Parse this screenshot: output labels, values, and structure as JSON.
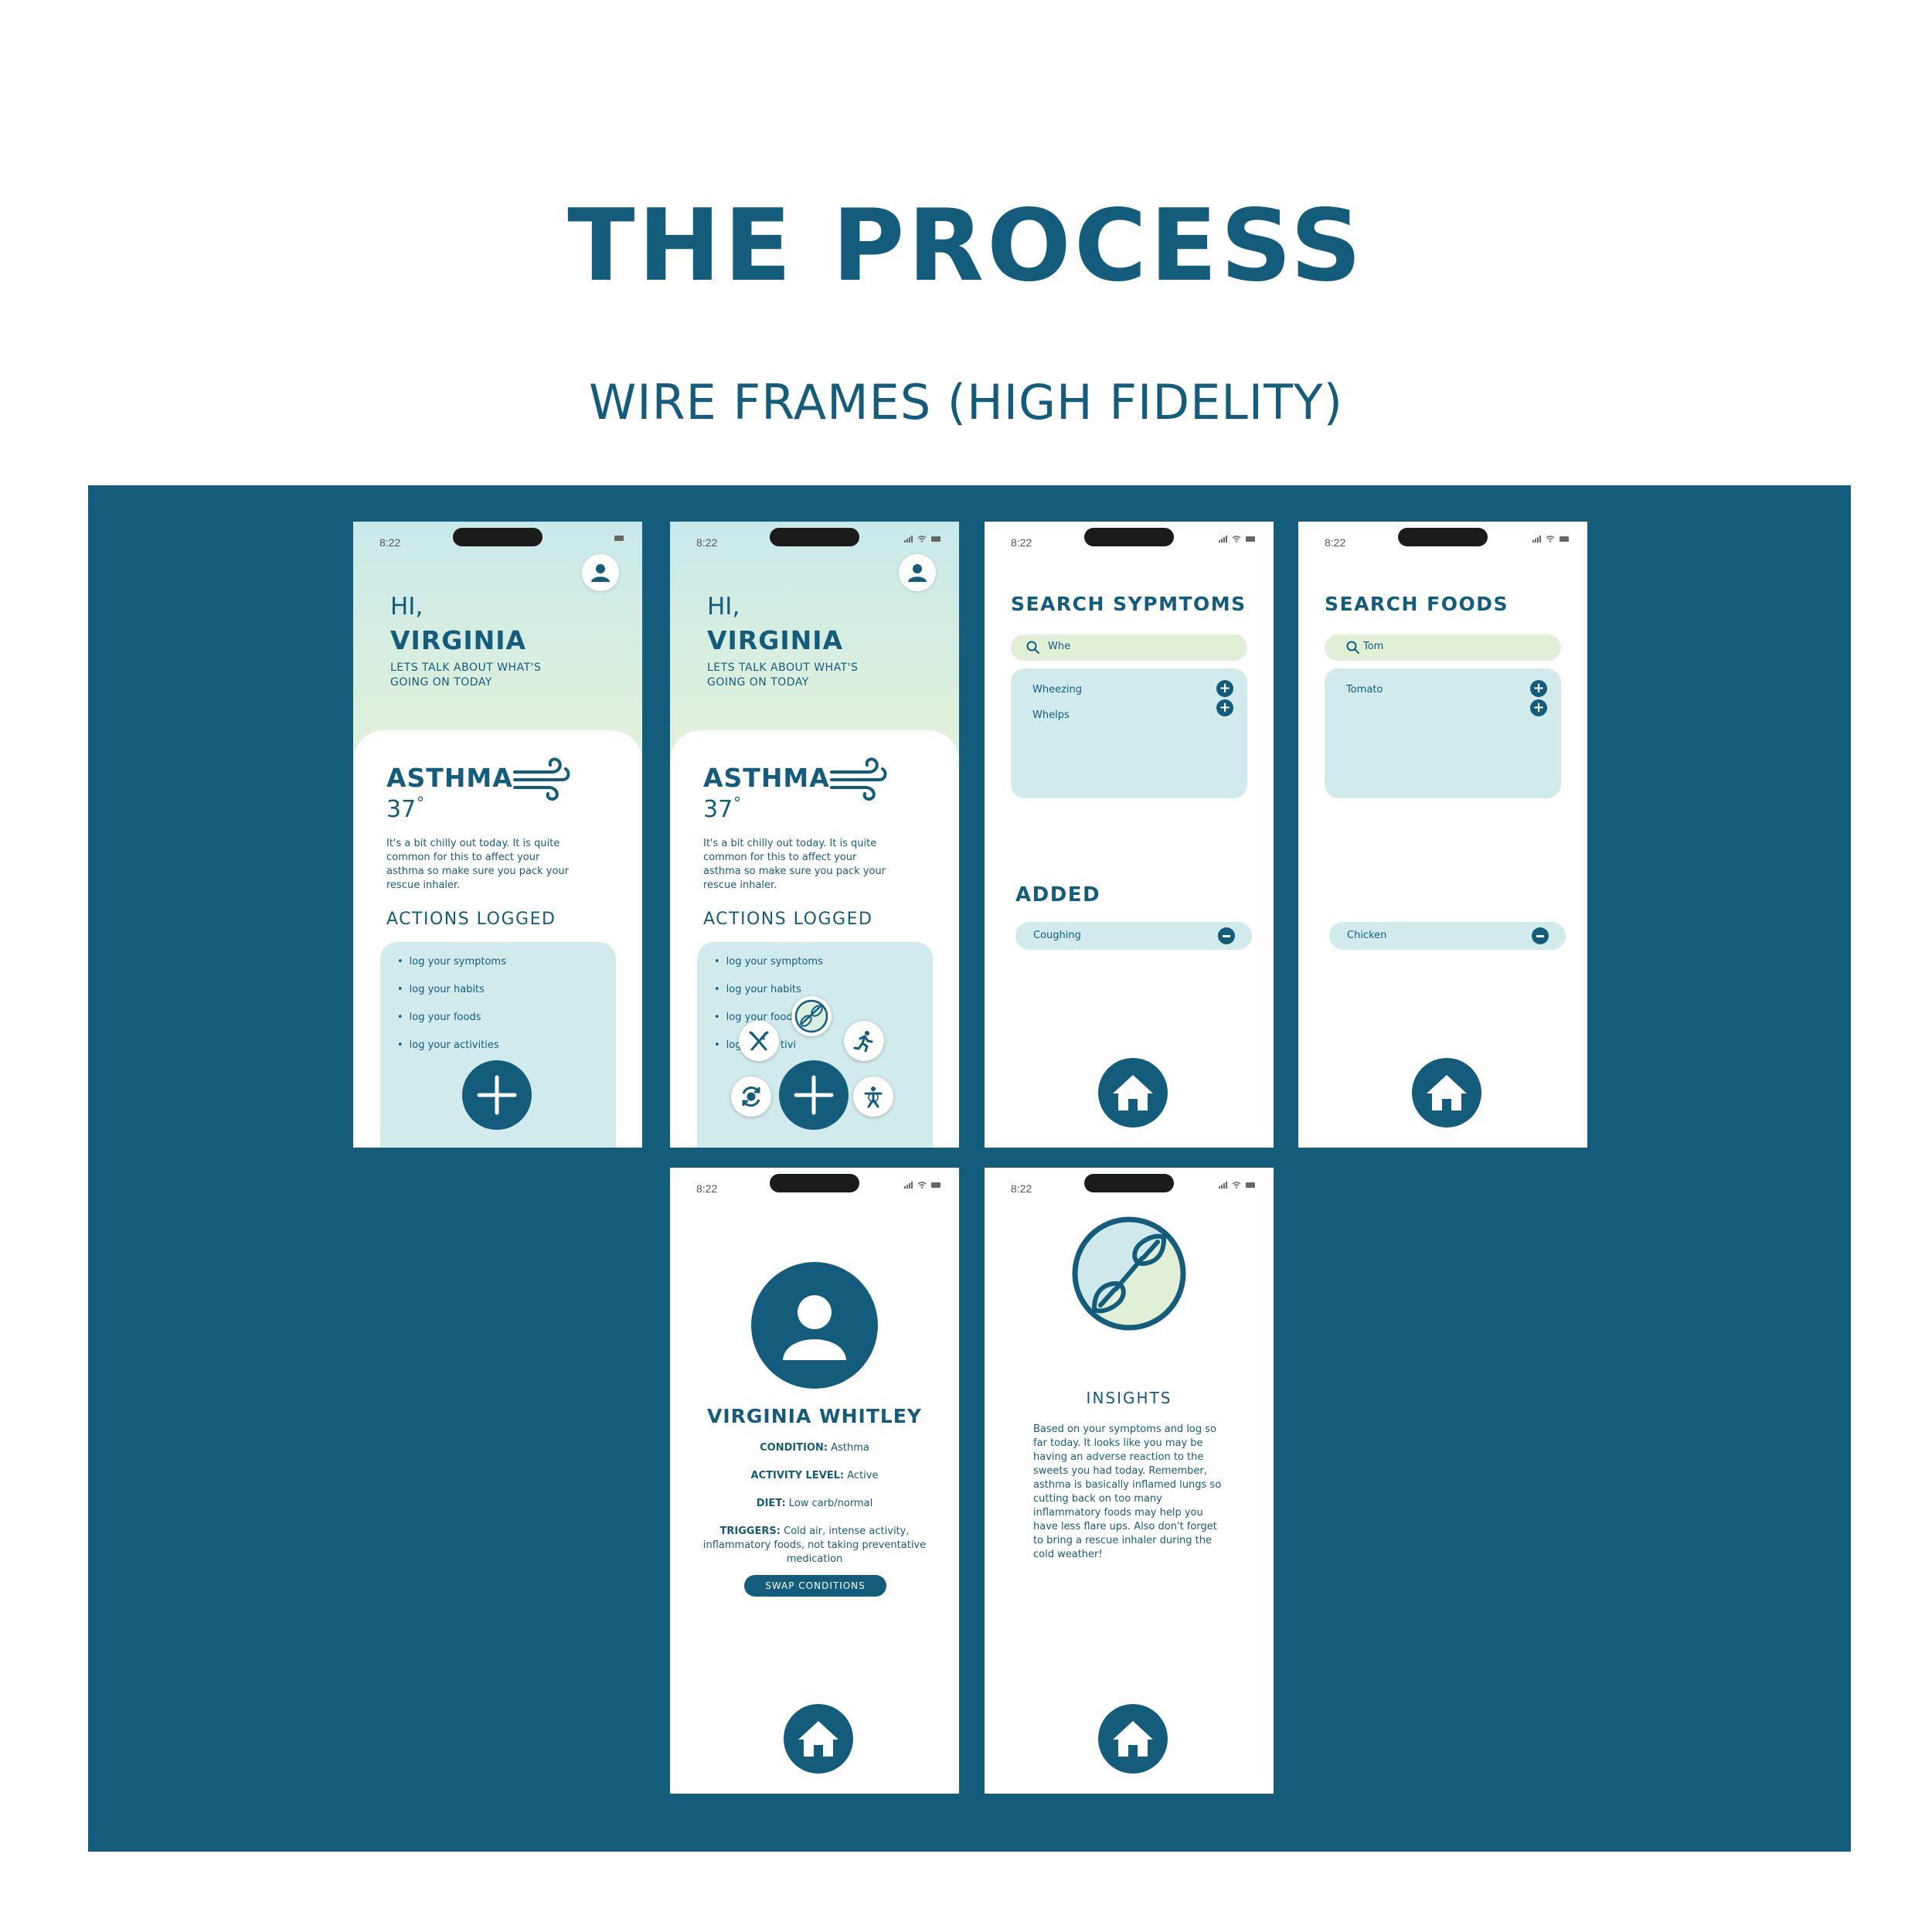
{
  "header": {
    "title": "THE PROCESS",
    "subtitle": "WIRE FRAMES (HIGH FIDELITY)"
  },
  "colors": {
    "brand": "#145c7c",
    "mint": "#d1eaeb",
    "green": "#e2efd7",
    "bg": "#ffffff"
  },
  "status_time": "8:22",
  "home": {
    "greeting": "HI,",
    "user_name": "VIRGINIA",
    "tagline": "LETS TALK ABOUT WHAT'S GOING ON TODAY",
    "condition": "ASTHMA",
    "temperature": "37",
    "degree": "°",
    "weather_note": "It's a bit chilly out today. It is quite common for this to affect your asthma so make sure you pack your rescue inhaler.",
    "actions_title": "ACTIONS LOGGED",
    "actions": [
      "log your symptoms",
      "log your habits",
      "log your foods",
      "log your activities"
    ],
    "actions_partial": [
      "log your symptoms",
      "log your habits",
      "log your foods",
      "log",
      "tivi"
    ]
  },
  "search_symptoms": {
    "title": "SEARCH SYPMTOMS",
    "query": "Whe",
    "results": [
      "Wheezing",
      "Whelps"
    ],
    "added_title": "ADDED",
    "added": [
      "Coughing"
    ]
  },
  "search_foods": {
    "title": "SEARCH FOODS",
    "query": "Tom",
    "results": [
      "Tomato"
    ],
    "added": [
      "Chicken"
    ]
  },
  "profile": {
    "name": "VIRGINIA WHITLEY",
    "condition_label": "CONDITION:",
    "condition_value": " Asthma",
    "activity_label": "ACTIVITY LEVEL:",
    "activity_value": " Active",
    "diet_label": "DIET:",
    "diet_value": " Low carb/normal",
    "triggers_label": "TRIGGERS:",
    "triggers_value": " Cold air, intense activity, inflammatory foods, not taking preventative medication",
    "swap_button": "SWAP CONDITIONS"
  },
  "insights": {
    "title": "INSIGHTS",
    "text": "Based on your symptoms and log so far today. It looks like you may be having an adverse reaction to the sweets you had today. Remember, asthma is basically inflamed lungs so cutting back on too many inflammatory foods may help you have less flare ups. Also don't forget to bring a rescue inhaler during the cold weather!"
  },
  "icons": [
    "user-icon",
    "wind-icon",
    "plus-icon",
    "home-icon",
    "search-icon",
    "pill-icon",
    "food-icon",
    "running-icon",
    "habit-cycle-icon",
    "activity-person-icon",
    "minus-icon"
  ]
}
